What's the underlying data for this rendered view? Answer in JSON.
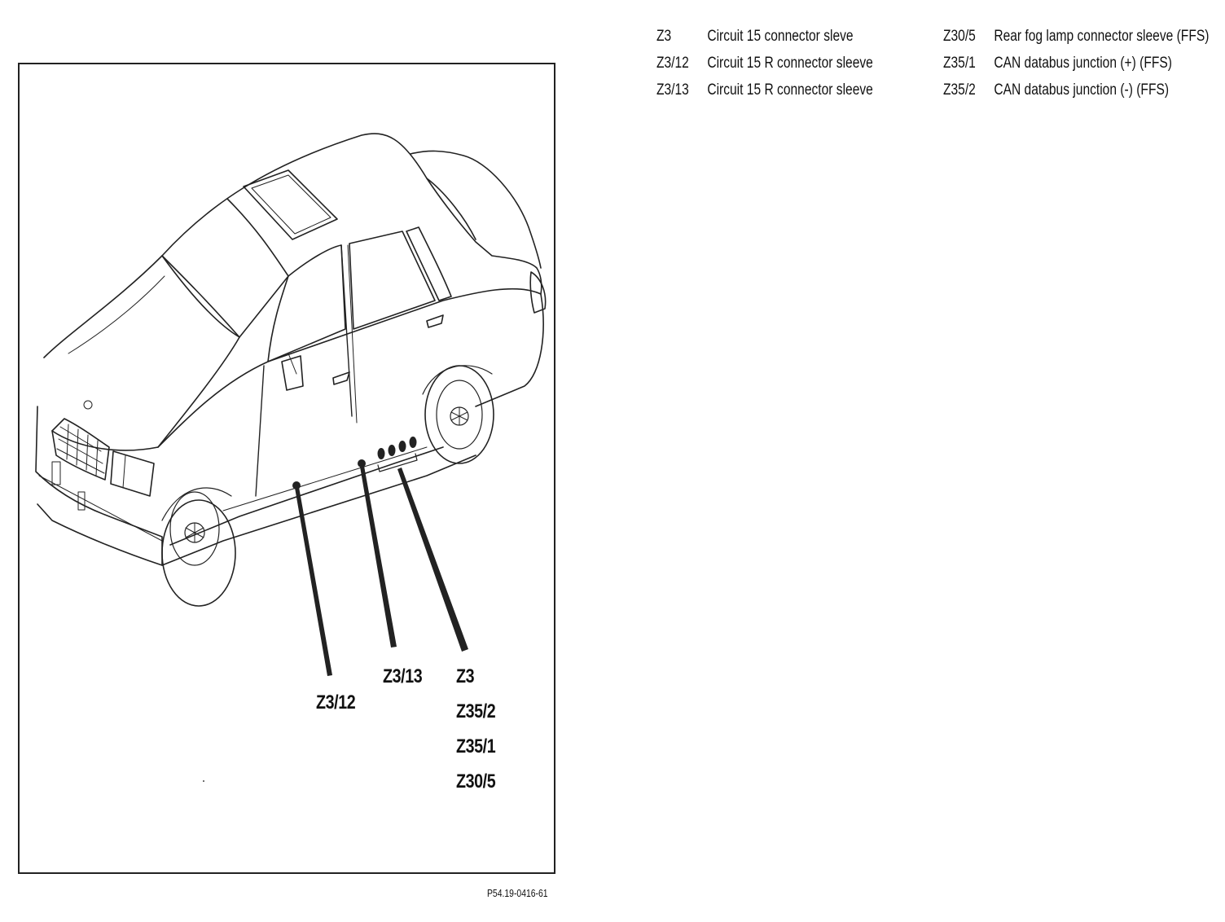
{
  "legend": {
    "left": [
      {
        "code": "Z3",
        "desc": "Circuit 15 connector sleve"
      },
      {
        "code": "Z3/12",
        "desc": "Circuit 15 R connector sleeve"
      },
      {
        "code": "Z3/13",
        "desc": "Circuit 15 R connector sleeve"
      }
    ],
    "right": [
      {
        "code": "Z30/5",
        "desc": "Rear fog lamp connector sleeve (FFS)"
      },
      {
        "code": "Z35/1",
        "desc": "CAN databus junction (+) (FFS)"
      },
      {
        "code": "Z35/2",
        "desc": "CAN databus junction (-) (FFS)"
      }
    ]
  },
  "callouts": {
    "z3_12": "Z3/12",
    "z3_13": "Z3/13",
    "group": [
      "Z3",
      "Z35/2",
      "Z35/1",
      "Z30/5"
    ]
  },
  "figure_code": "P54.19-0416-61",
  "colors": {
    "line": "#222222",
    "background": "#ffffff"
  }
}
